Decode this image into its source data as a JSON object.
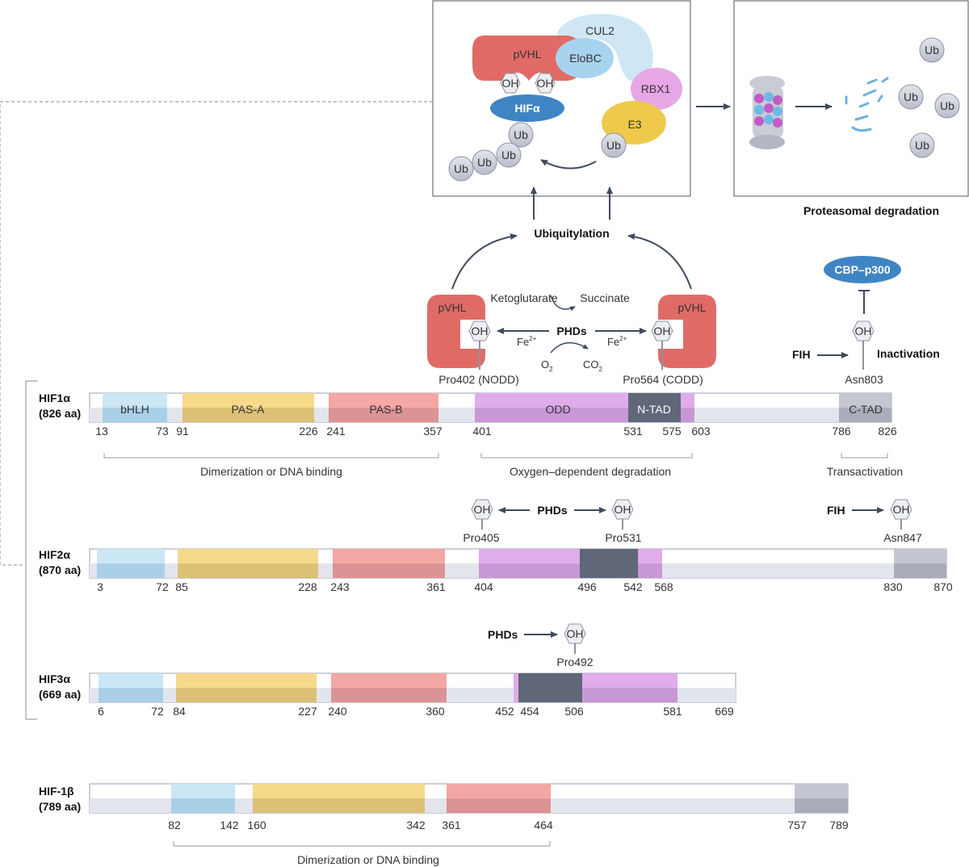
{
  "colors": {
    "bhlh": "#cbe6f4",
    "pasA": "#f6d98a",
    "pasB": "#f5a7a5",
    "odd": "#e0acea",
    "tad": "#5f6779",
    "ctad": "#c4c7d1",
    "track": "#e3e5ec",
    "bar_border": "#9aa0ad",
    "arrow": "#3f4a5c",
    "pvhl": "#e06b66",
    "hif": "#3f85c4",
    "cbp": "#3f85c4",
    "elobc": "#a8d3ee",
    "cul2": "#cfe6f5",
    "rbx1": "#e7a6e6",
    "e3": "#eec94c",
    "ub": "#c6cad5",
    "fragment": "#6fb1de"
  },
  "top": {
    "complex_labels": {
      "pvhl": "pVHL",
      "cul2": "CUL2",
      "elobc": "EloBC",
      "rbx1": "RBX1",
      "e3": "E3",
      "hif": "HIFα",
      "oh": "OH",
      "ub": "Ub"
    },
    "proteasomal_degradation": "Proteasomal degradation",
    "ubiquitylation": "Ubiquitylation"
  },
  "hydroxylation": {
    "pvhl": "pVHL",
    "oh": "OH",
    "ketoglutarate": "Ketoglutarate",
    "succinate": "Succinate",
    "phds": "PHDs",
    "fe": "Fe",
    "fe_sup": "2+",
    "o2": "O",
    "o2_sub": "2",
    "co2": "CO",
    "co2_sub": "2",
    "pro402": "Pro402 (NODD)",
    "pro564": "Pro564 (CODD)",
    "cbp": "CBP–p300",
    "fih": "FIH",
    "inactivation": "Inactivation",
    "asn803": "Asn803"
  },
  "hif1a": {
    "name": "HIF1α",
    "length": "(826 aa)",
    "domains": {
      "bhlh": "bHLH",
      "pasA": "PAS-A",
      "pasB": "PAS-B",
      "odd": "ODD",
      "ntad": "N-TAD",
      "ctad": "C-TAD"
    },
    "positions": [
      "13",
      "73",
      "91",
      "226",
      "241",
      "357",
      "401",
      "531",
      "575",
      "603",
      "786",
      "826"
    ],
    "brackets": {
      "dimerization": "Dimerization or DNA binding",
      "oxygen": "Oxygen–dependent degradation",
      "transactivation": "Transactivation"
    }
  },
  "hif2a": {
    "name": "HIF2α",
    "length": "(870 aa)",
    "phds": "PHDs",
    "fih": "FIH",
    "oh": "OH",
    "pro405": "Pro405",
    "pro531": "Pro531",
    "asn847": "Asn847",
    "positions": [
      "3",
      "72",
      "85",
      "228",
      "243",
      "361",
      "404",
      "496",
      "542",
      "568",
      "830",
      "870"
    ]
  },
  "hif3a": {
    "name": "HIF3α",
    "length": "(669 aa)",
    "phds": "PHDs",
    "oh": "OH",
    "pro492": "Pro492",
    "positions": [
      "6",
      "72",
      "84",
      "227",
      "240",
      "360",
      "452",
      "454",
      "506",
      "581",
      "669"
    ]
  },
  "hif1b": {
    "name": "HIF-1β",
    "length": "(789 aa)",
    "positions": [
      "82",
      "142",
      "160",
      "342",
      "361",
      "464",
      "757",
      "789"
    ],
    "bracket": "Dimerization or DNA binding"
  }
}
